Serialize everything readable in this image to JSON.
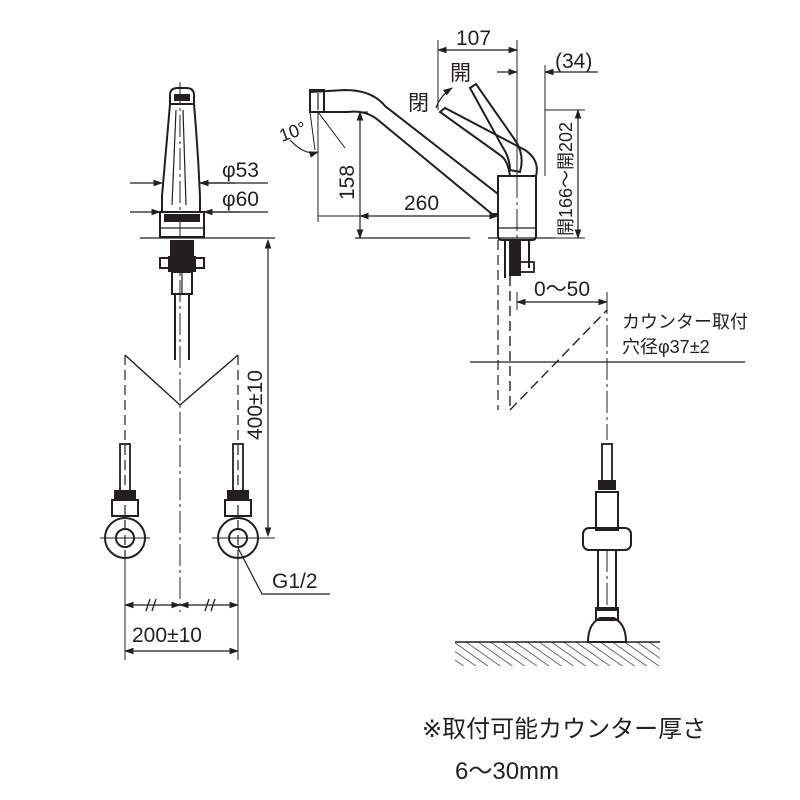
{
  "dimensions": {
    "d107": "107",
    "d34": "(34)",
    "open": "開",
    "close": "閉",
    "angle": "10°",
    "phi53": "φ53",
    "phi60": "φ60",
    "h158": "158",
    "w260": "260",
    "open_range": "開166～開202",
    "offset": "0～50",
    "hose_length": "400±10",
    "thread": "G1/2",
    "pitch": "200±10"
  },
  "counter_note": {
    "line1": "カウンター取付",
    "line2": "穴径φ37±2"
  },
  "footnote": {
    "line1": "※取付可能カウンター厚さ",
    "line2": "6～30mm"
  }
}
